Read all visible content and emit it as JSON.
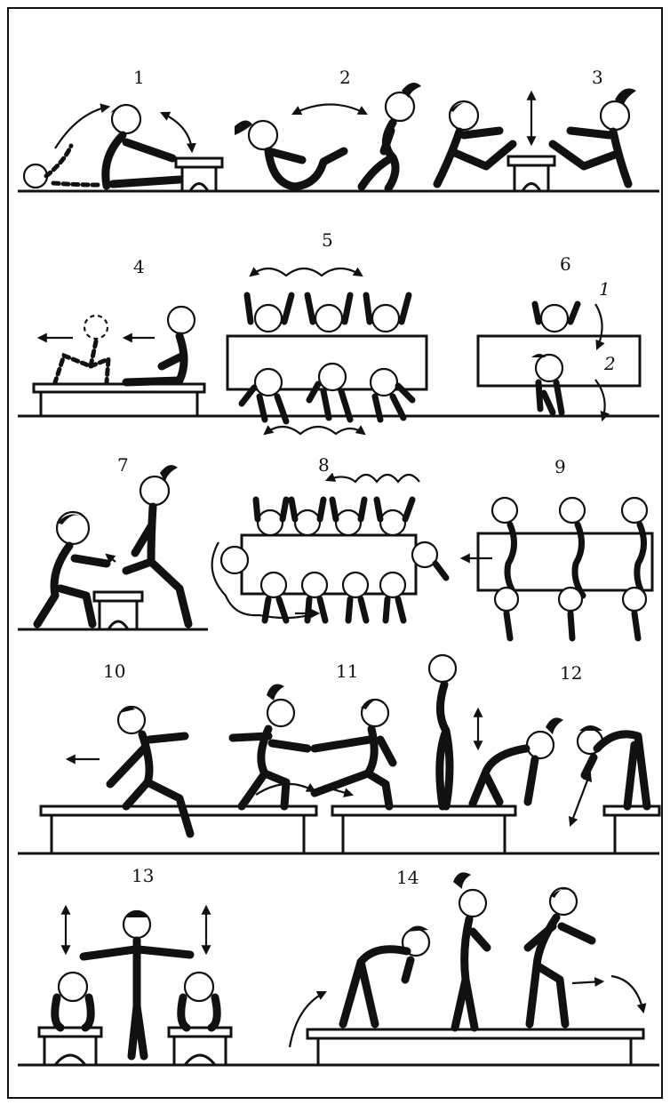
{
  "panel_labels": [
    "1",
    "2",
    "3",
    "4",
    "5",
    "6",
    "7",
    "8",
    "9",
    "10",
    "11",
    "12",
    "13",
    "14"
  ],
  "arrow_labels": [
    "1",
    "2"
  ]
}
